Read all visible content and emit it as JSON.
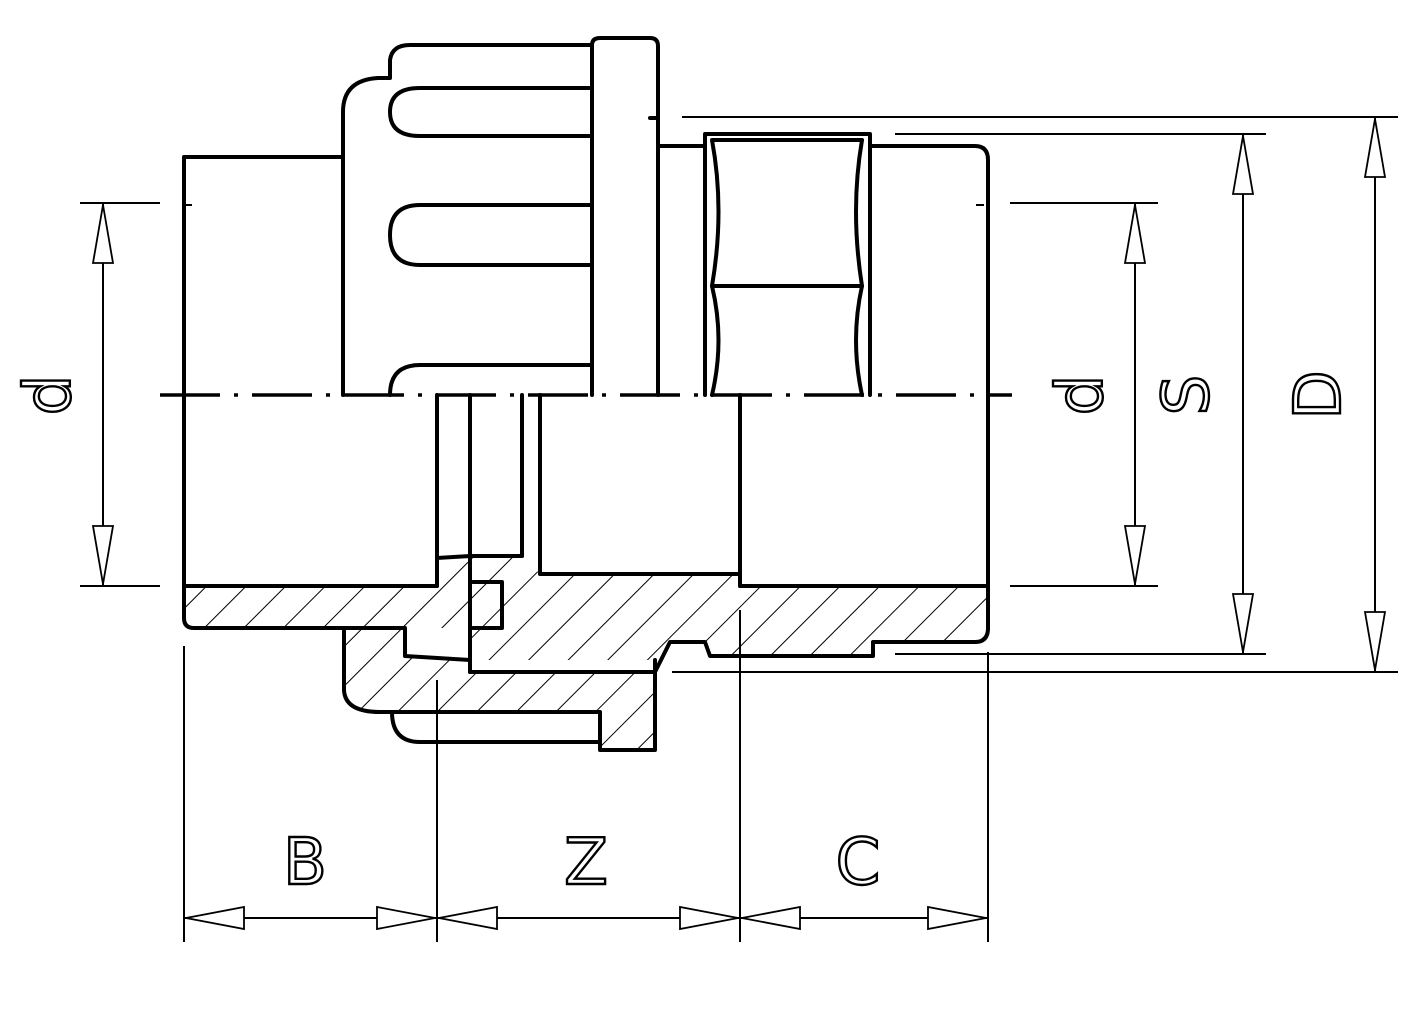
{
  "labels": {
    "bore_left": "d",
    "bore_right": "d",
    "hex_across_flats": "S",
    "outer_diameter": "D",
    "socket_length_left": "B",
    "laying_length": "Z",
    "socket_length_right": "C"
  }
}
